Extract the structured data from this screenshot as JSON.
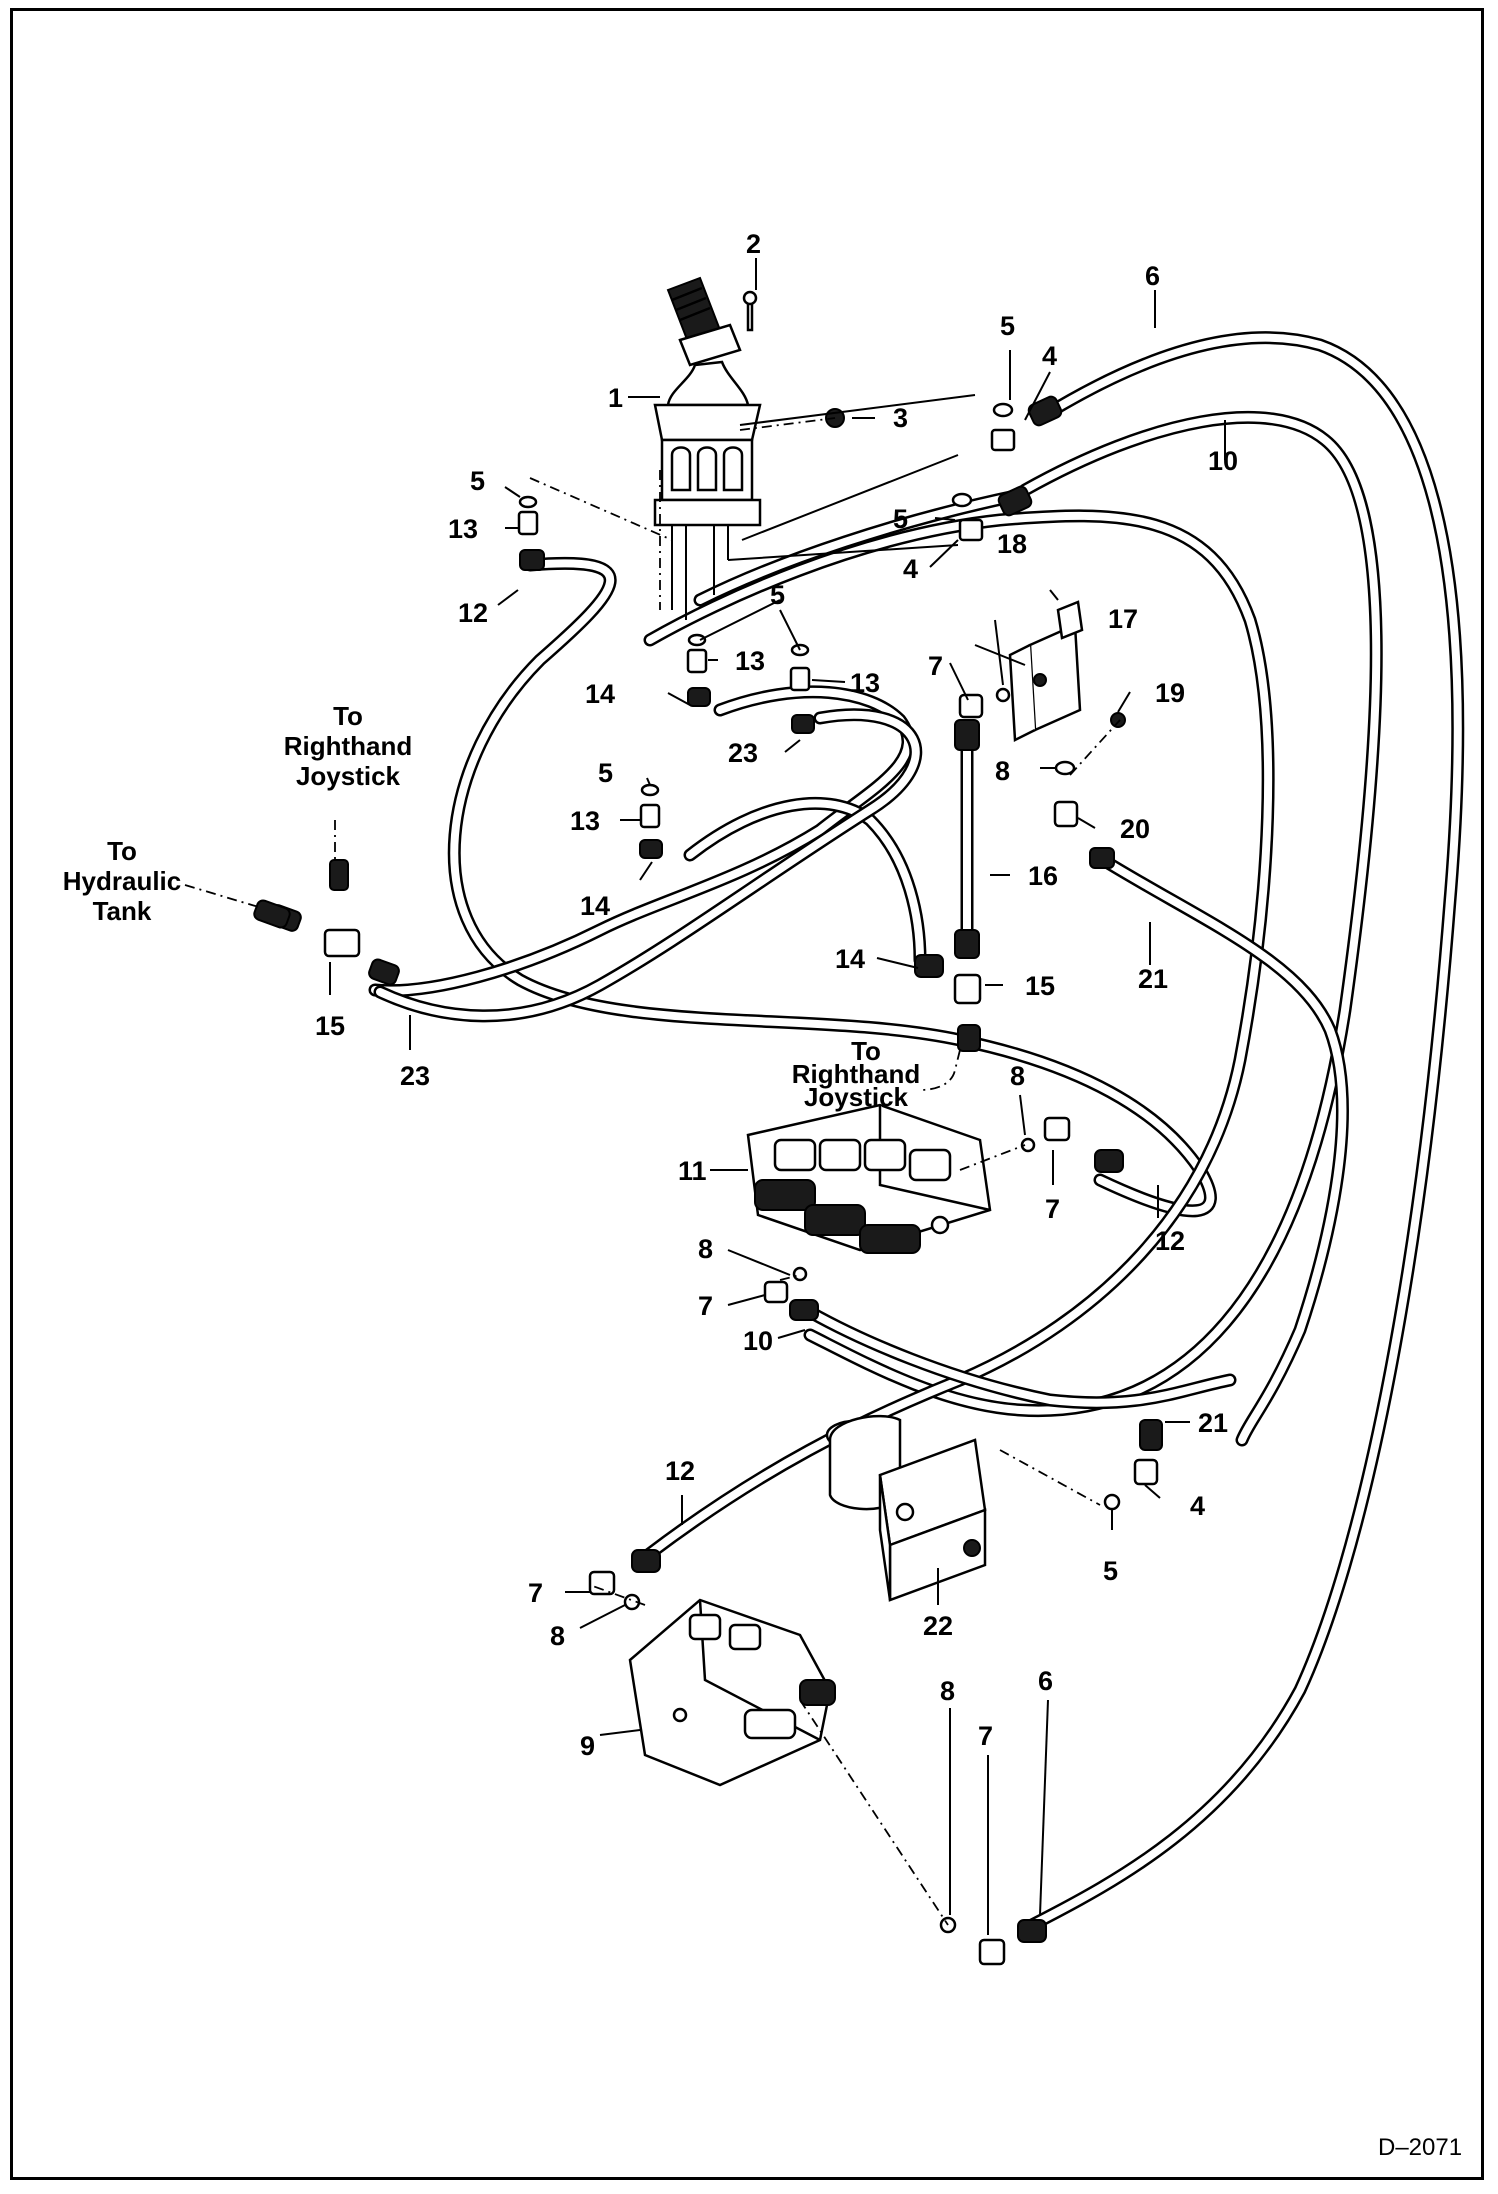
{
  "diagram": {
    "callouts": {
      "c1": "1",
      "c2": "2",
      "c3": "3",
      "c4a": "4",
      "c4b": "4",
      "c4c": "4",
      "c5a": "5",
      "c5b": "5",
      "c5c": "5",
      "c5d": "5",
      "c5e": "5",
      "c5f": "5",
      "c6a": "6",
      "c6b": "6",
      "c7a": "7",
      "c7b": "7",
      "c7c": "7",
      "c7d": "7",
      "c7e": "7",
      "c8a": "8",
      "c8b": "8",
      "c8c": "8",
      "c8d": "8",
      "c8e": "8",
      "c9": "9",
      "c10a": "10",
      "c10b": "10",
      "c11": "11",
      "c12a": "12",
      "c12b": "12",
      "c12c": "12",
      "c13a": "13",
      "c13b": "13",
      "c13c": "13",
      "c13d": "13",
      "c14a": "14",
      "c14b": "14",
      "c14c": "14",
      "c15a": "15",
      "c15b": "15",
      "c16": "16",
      "c17": "17",
      "c18": "18",
      "c19": "19",
      "c20": "20",
      "c21a": "21",
      "c21b": "21",
      "c22": "22",
      "c23a": "23",
      "c23b": "23"
    },
    "notes": {
      "righthand_joystick_top": [
        "To",
        "Righthand",
        "Joystick"
      ],
      "hydraulic_tank": [
        "To",
        "Hydraulic",
        "Tank"
      ],
      "righthand_joystick_mid": [
        "To",
        "Righthand",
        "Joystick"
      ]
    },
    "figure_code": "D–2071"
  }
}
